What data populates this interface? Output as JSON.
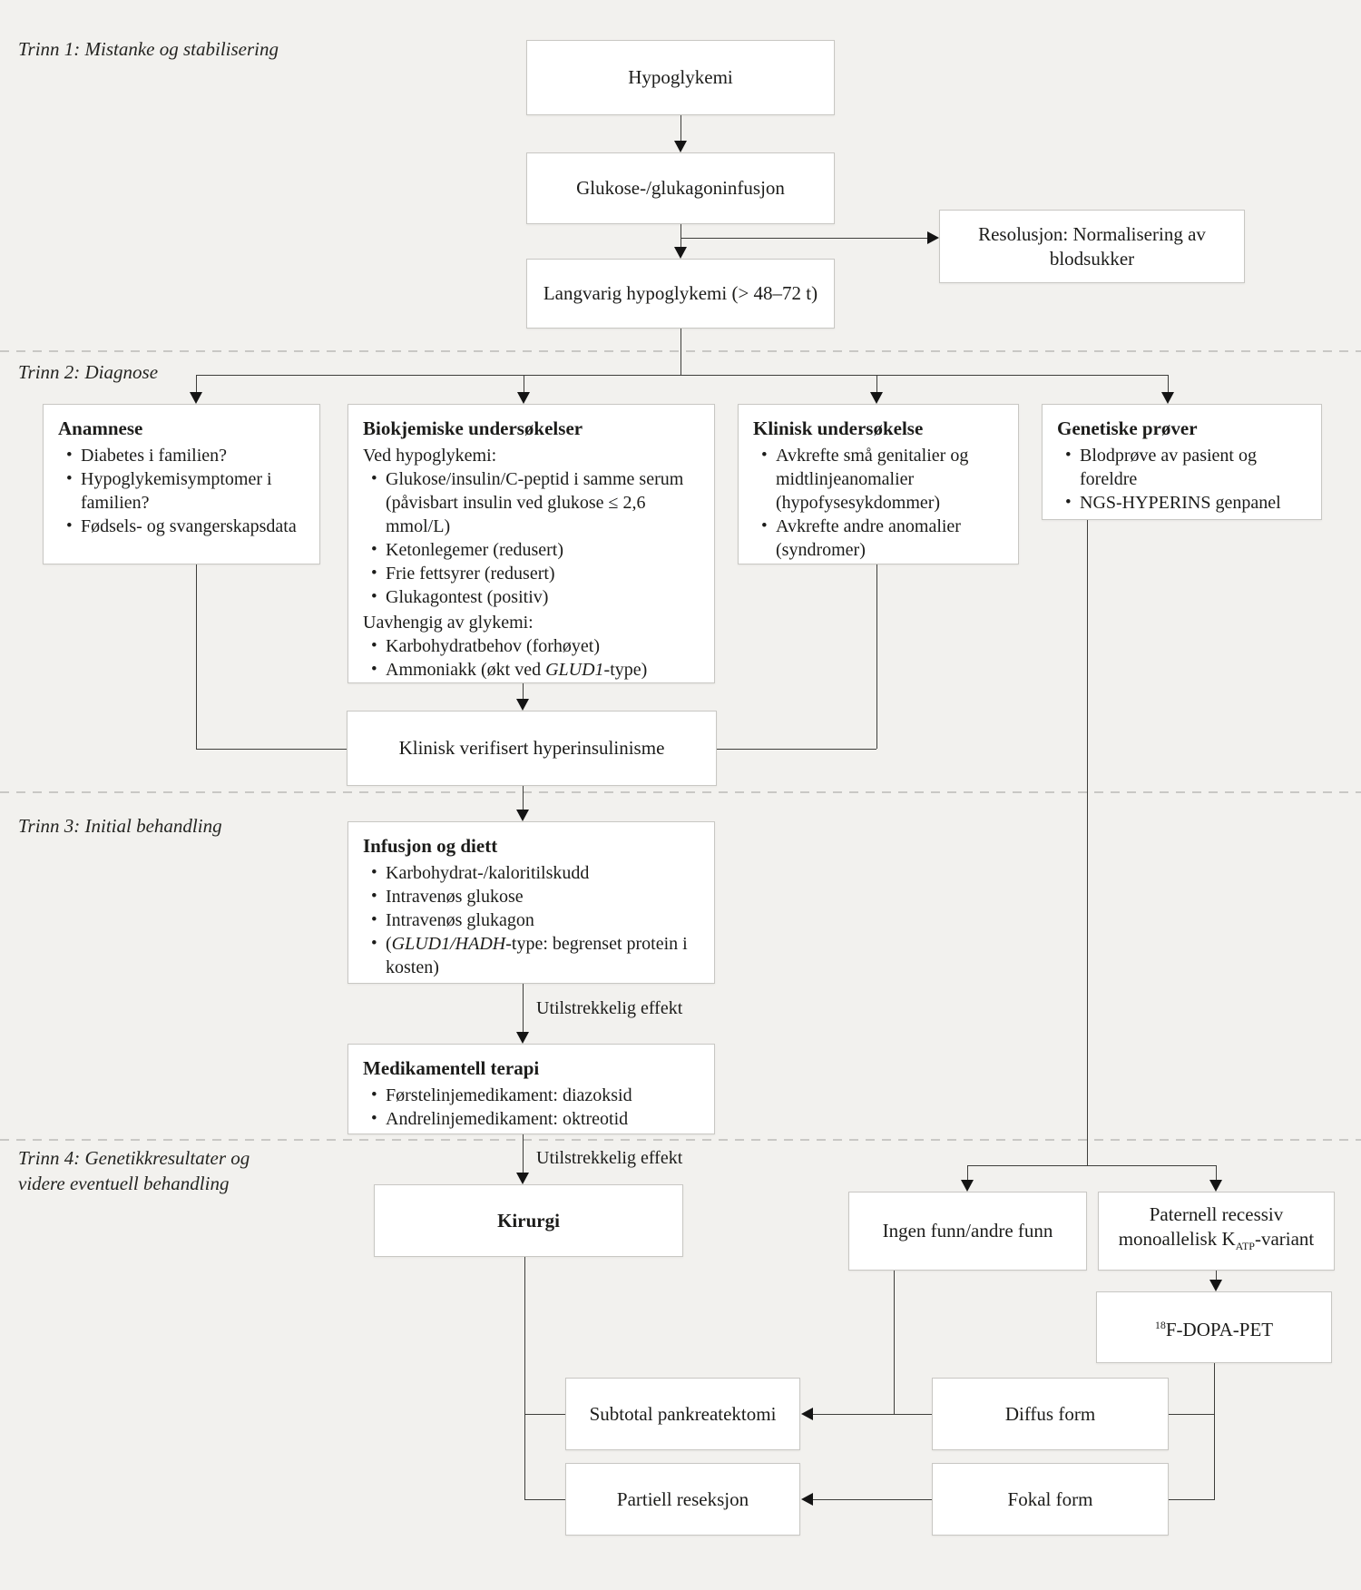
{
  "colors": {
    "background": "#f2f1ee",
    "box_fill": "#ffffff",
    "box_border": "#c8c7c3",
    "line": "#3e3e3b",
    "text": "#1c1c1a"
  },
  "steps": {
    "step1": "Trinn 1: Mistanke og stabilisering",
    "step2": "Trinn 2: Diagnose",
    "step3": "Trinn 3: Initial behandling",
    "step4_line1": "Trinn 4: Genetikkresultater og",
    "step4_line2": "videre eventuell behandling"
  },
  "nodes": {
    "hypoglykemi": {
      "label": "Hypoglykemi"
    },
    "glukoseinfusjon": {
      "label": "Glukose-/glukagoninfusjon"
    },
    "resolusjon": {
      "label": "Resolusjon: Normalisering av blodsukker"
    },
    "langvarig": {
      "label": "Langvarig hypoglykemi (> 48–72 t)"
    },
    "anamnese": {
      "title": "Anamnese",
      "bullets": [
        {
          "pre": "Diabetes i familien?"
        },
        {
          "pre": "Hypoglykemisymptomer i familien?"
        },
        {
          "pre": "Fødsels- og svangerskapsdata"
        }
      ]
    },
    "biokjemiske": {
      "title": "Biokjemiske undersøkelser",
      "heading1": "Ved hypoglykemi:",
      "group1": [
        {
          "pre": "Glukose/insulin/C-peptid i samme serum (påvisbart insulin ved glukose ≤ 2,6 mmol/L)"
        },
        {
          "pre": "Ketonlegemer (redusert)"
        },
        {
          "pre": "Frie fettsyrer (redusert)"
        },
        {
          "pre": "Glukagontest (positiv)"
        }
      ],
      "heading2": "Uavhengig av glykemi:",
      "group2": [
        {
          "pre": "Karbohydratbehov (forhøyet)"
        },
        {
          "pre": "Ammoniakk (økt ved ",
          "em": "GLUD1",
          "post": "-type)"
        }
      ]
    },
    "klinisk_undersokelse": {
      "title": "Klinisk undersøkelse",
      "bullets": [
        {
          "pre": "Avkrefte små genitalier og midtlinjeanomalier (hypofysesykdommer)"
        },
        {
          "pre": "Avkrefte andre anomalier (syndromer)"
        }
      ]
    },
    "genetiske": {
      "title": "Genetiske prøver",
      "bullets": [
        {
          "pre": "Blodprøve av pasient og foreldre"
        },
        {
          "pre": "NGS-HYPERINS genpanel"
        }
      ]
    },
    "verifisert": {
      "label": "Klinisk verifisert hyperinsulinisme"
    },
    "infusjon": {
      "title": "Infusjon og diett",
      "bullets": [
        {
          "pre": "Karbohydrat-/kaloritilskudd"
        },
        {
          "pre": "Intravenøs glukose"
        },
        {
          "pre": "Intravenøs glukagon"
        },
        {
          "pre": "(",
          "em": "GLUD1/HADH",
          "post": "-type: begrenset protein i kosten)"
        }
      ]
    },
    "medikamentell": {
      "title": "Medikamentell terapi",
      "bullets": [
        {
          "pre": "Førstelinjemedikament: diazoksid"
        },
        {
          "pre": "Andrelinjemedikament: oktreotid"
        }
      ]
    },
    "kirurgi": {
      "label": "Kirurgi"
    },
    "ingen_funn": {
      "label": "Ingen funn/andre funn"
    },
    "paternell": {
      "line1": "Paternell recessiv",
      "line2_pre": "monoallelisk K",
      "line2_sub": "ATP",
      "line2_post": "-variant"
    },
    "dopa": {
      "sup": "18",
      "label": "F-DOPA-PET"
    },
    "subtotal": {
      "label": "Subtotal pankreatektomi"
    },
    "partiell": {
      "label": "Partiell reseksjon"
    },
    "diffus": {
      "label": "Diffus form"
    },
    "fokal": {
      "label": "Fokal form"
    }
  },
  "edge_labels": {
    "infusjon_to_medikamentell": "Utilstrekkelig effekt",
    "medikamentell_to_kirurgi": "Utilstrekkelig effekt"
  }
}
